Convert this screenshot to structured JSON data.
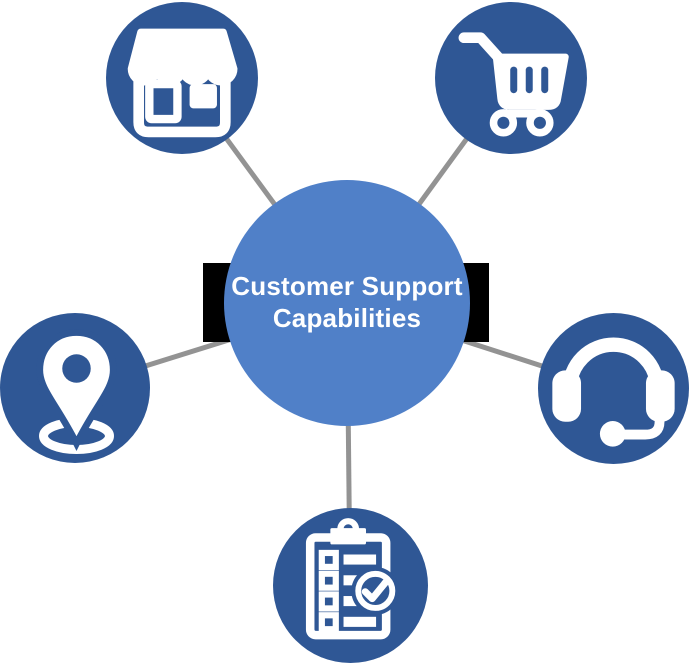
{
  "diagram": {
    "center": {
      "label_line1": "Customer Support",
      "label_line2": "Capabilities",
      "full_label": "Customer Support Capabilities"
    },
    "colors": {
      "center_circle": "#5080C8",
      "node_circle": "#2F5795",
      "connector_line": "#939393",
      "banner": "#000000",
      "icon": "#FFFFFF",
      "center_text": "#FFFFFF",
      "background": "#FFFFFF"
    },
    "nodes": [
      {
        "id": "storefront",
        "icon": "storefront-icon",
        "position": "top-left"
      },
      {
        "id": "shopping-cart",
        "icon": "shopping-cart-icon",
        "position": "top-right"
      },
      {
        "id": "location-pin",
        "icon": "location-pin-icon",
        "position": "middle-left"
      },
      {
        "id": "headset",
        "icon": "headset-icon",
        "position": "middle-right"
      },
      {
        "id": "checklist",
        "icon": "checklist-icon",
        "position": "bottom-center"
      }
    ]
  }
}
